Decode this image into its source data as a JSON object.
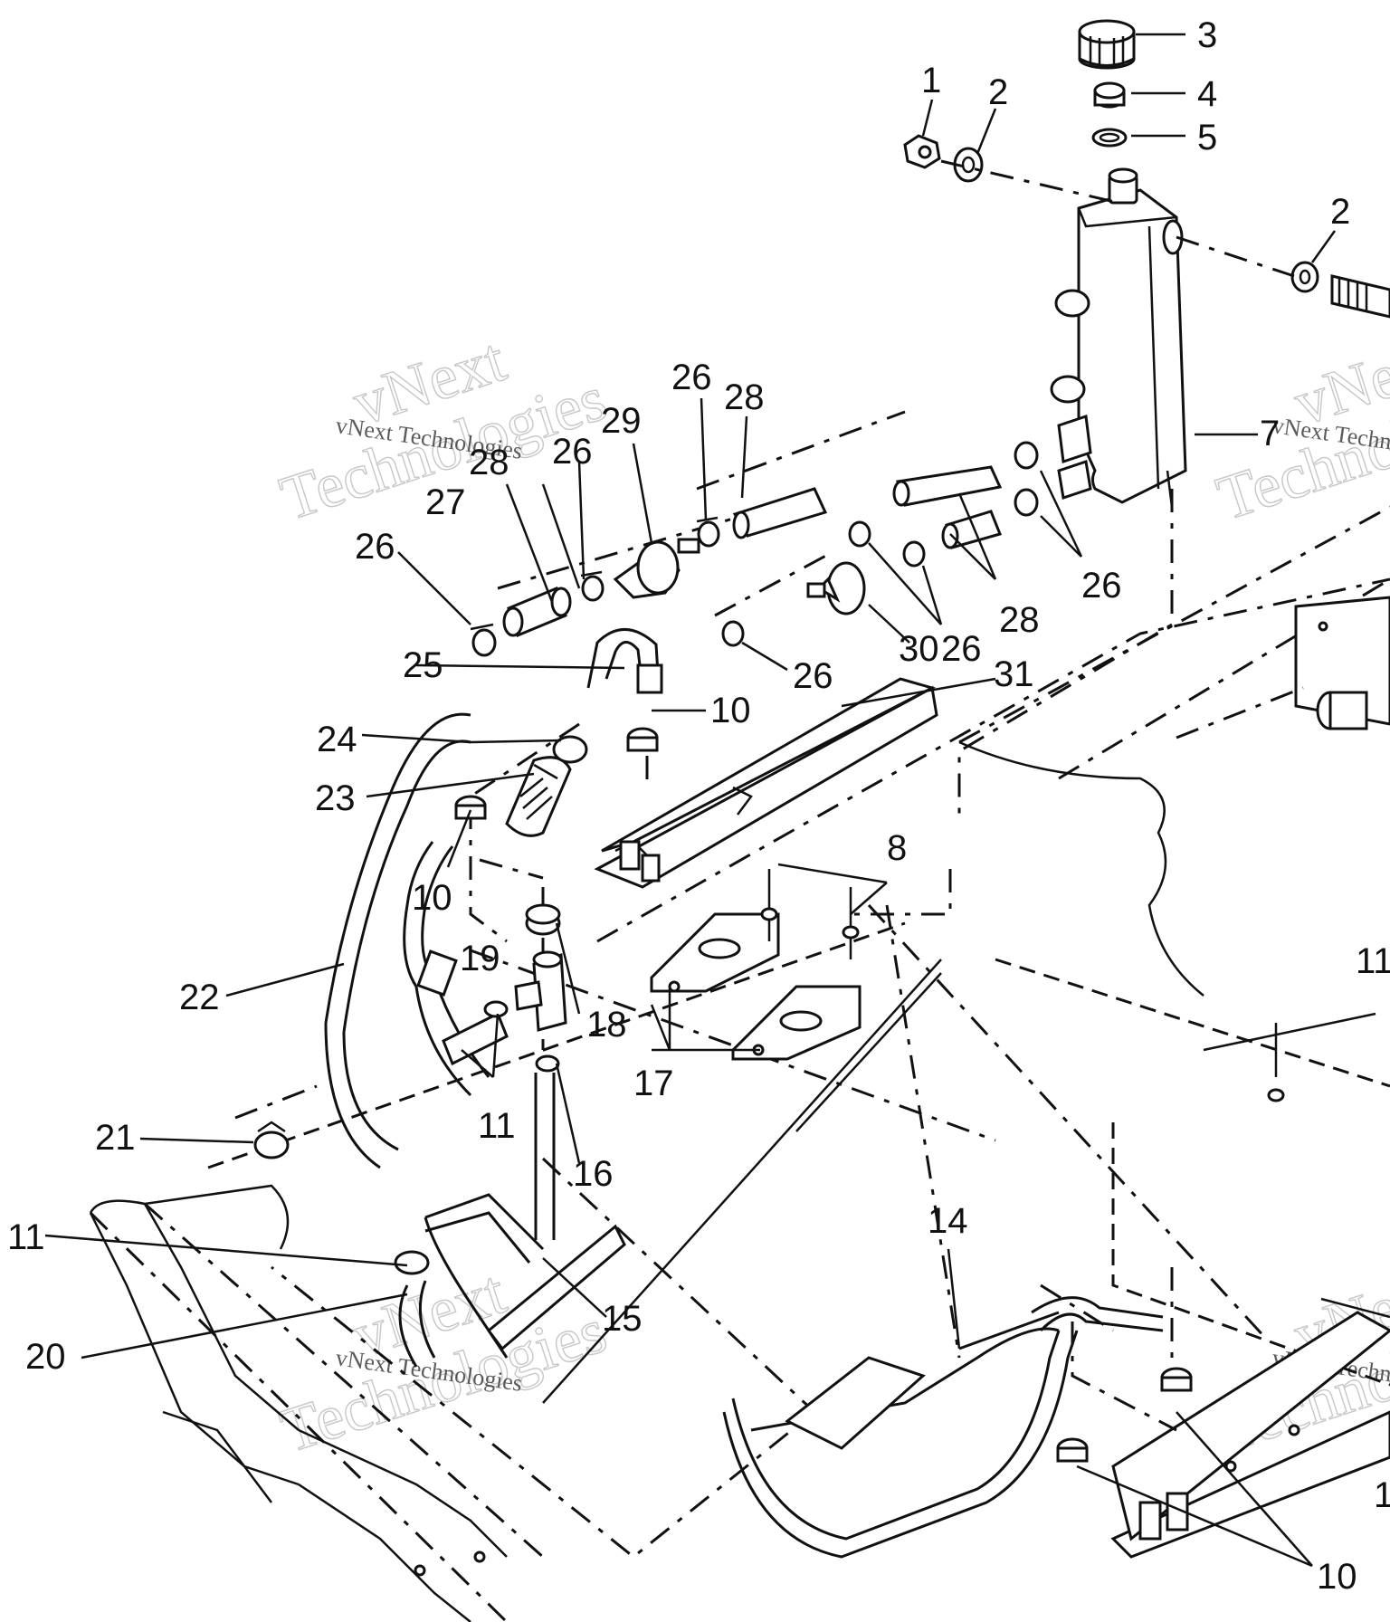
{
  "watermark": {
    "line1": "vNext Technologies",
    "line2": "vNext",
    "line3": "Technologies"
  },
  "callouts": [
    "1",
    "2",
    "3",
    "4",
    "5",
    "2",
    "7",
    "26",
    "28",
    "29",
    "26",
    "28",
    "27",
    "26",
    "26",
    "28",
    "26",
    "30",
    "26",
    "25",
    "10",
    "31",
    "24",
    "23",
    "10",
    "8",
    "22",
    "19",
    "18",
    "17",
    "11",
    "16",
    "21",
    "11",
    "20",
    "15",
    "14",
    "10",
    "11",
    "1"
  ]
}
